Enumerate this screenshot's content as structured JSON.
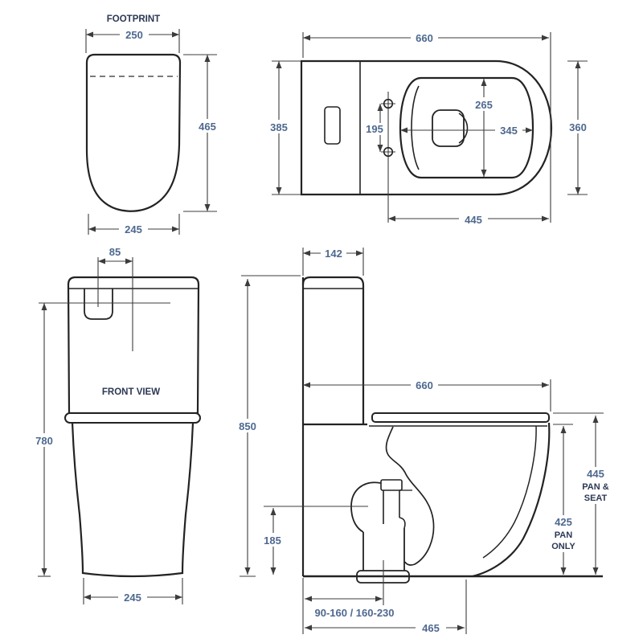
{
  "colors": {
    "line": "#232323",
    "dimension_line": "#3c3c3c",
    "dimension_text": "#4e688f",
    "label_text": "#2c3854",
    "background": "#ffffff"
  },
  "views": {
    "footprint": {
      "title": "FOOTPRINT",
      "dims": {
        "top_width": "250",
        "height": "465",
        "bottom_width": "245"
      }
    },
    "top": {
      "dims": {
        "overall_length": "660",
        "left_width": "385",
        "right_width": "360",
        "bowl_opening_length": "265",
        "hinge_centres": "195",
        "bowl_opening_width": "345",
        "hinge_to_front": "445"
      }
    },
    "front": {
      "title": "FRONT VIEW",
      "dims": {
        "button_offset": "85",
        "height": "780",
        "base_width": "245"
      }
    },
    "side": {
      "dims": {
        "cistern_depth": "142",
        "overall_height": "850",
        "overall_depth": "660",
        "inlet_height": "185",
        "pan_and_seat": {
          "value": "445",
          "label_line_1": "PAN &",
          "label_line_2": "SEAT"
        },
        "pan_only": {
          "value": "425",
          "label_line_1": "PAN",
          "label_line_2": "ONLY"
        },
        "setout_range": "90-160 / 160-230",
        "base_depth": "465"
      }
    }
  }
}
